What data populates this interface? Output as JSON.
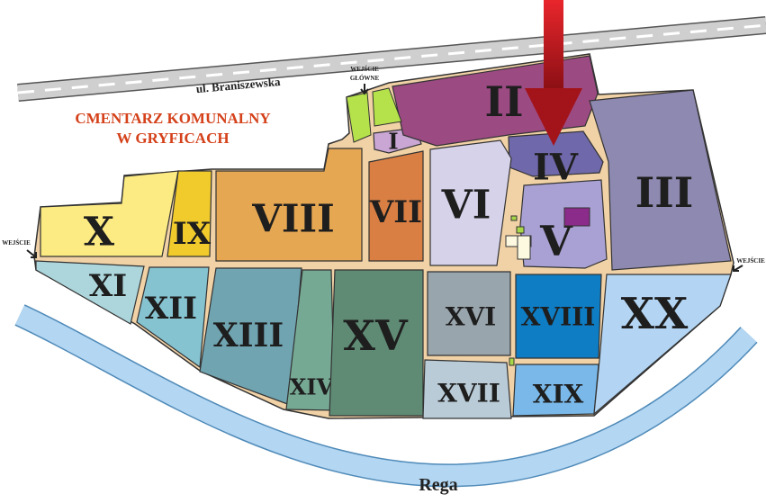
{
  "map": {
    "title_line1": "CMENTARZ  KOMUNALNY",
    "title_line2": "W GRYFICACH",
    "street": "ul. Braniszewska",
    "river": "Rega",
    "main_entrance_line1": "WEJŚCIE",
    "main_entrance_line2": "GŁÓWNE",
    "entrance_left": "WEJŚCIE",
    "entrance_right": "WEJŚCIE",
    "colors": {
      "title": "#d4411a",
      "paths": "#f1d2a6",
      "road": "#cfcfcf",
      "river": "#b3d6f2",
      "arrow": "#c0161b"
    }
  },
  "sections": [
    {
      "id": "I",
      "label": "I",
      "color": "#c9a6d3"
    },
    {
      "id": "II",
      "label": "II",
      "color": "#9b4a82"
    },
    {
      "id": "III",
      "label": "III",
      "color": "#8e89b0"
    },
    {
      "id": "IV",
      "label": "IV",
      "color": "#6f68aa"
    },
    {
      "id": "V",
      "label": "V",
      "color": "#a9a1d3"
    },
    {
      "id": "VI",
      "label": "VI",
      "color": "#d6d2ea"
    },
    {
      "id": "VII",
      "label": "VII",
      "color": "#d97f44"
    },
    {
      "id": "VIII",
      "label": "VIII",
      "color": "#e6a753"
    },
    {
      "id": "IX",
      "label": "IX",
      "color": "#f1cb2c"
    },
    {
      "id": "X",
      "label": "X",
      "color": "#fcea82"
    },
    {
      "id": "XI",
      "label": "XI",
      "color": "#acd6dc"
    },
    {
      "id": "XII",
      "label": "XII",
      "color": "#86c3d1"
    },
    {
      "id": "XIII",
      "label": "XIII",
      "color": "#70a4b1"
    },
    {
      "id": "XIV",
      "label": "XIV",
      "color": "#76a994"
    },
    {
      "id": "XV",
      "label": "XV",
      "color": "#5f8b75"
    },
    {
      "id": "XVI",
      "label": "XVI",
      "color": "#99a5ad"
    },
    {
      "id": "XVII",
      "label": "XVII",
      "color": "#b9cbd7"
    },
    {
      "id": "XVIII",
      "label": "XVIII",
      "color": "#0e7dc4"
    },
    {
      "id": "XIX",
      "label": "XIX",
      "color": "#79b8e8"
    },
    {
      "id": "XX",
      "label": "XX",
      "color": "#b3d5f3"
    }
  ]
}
